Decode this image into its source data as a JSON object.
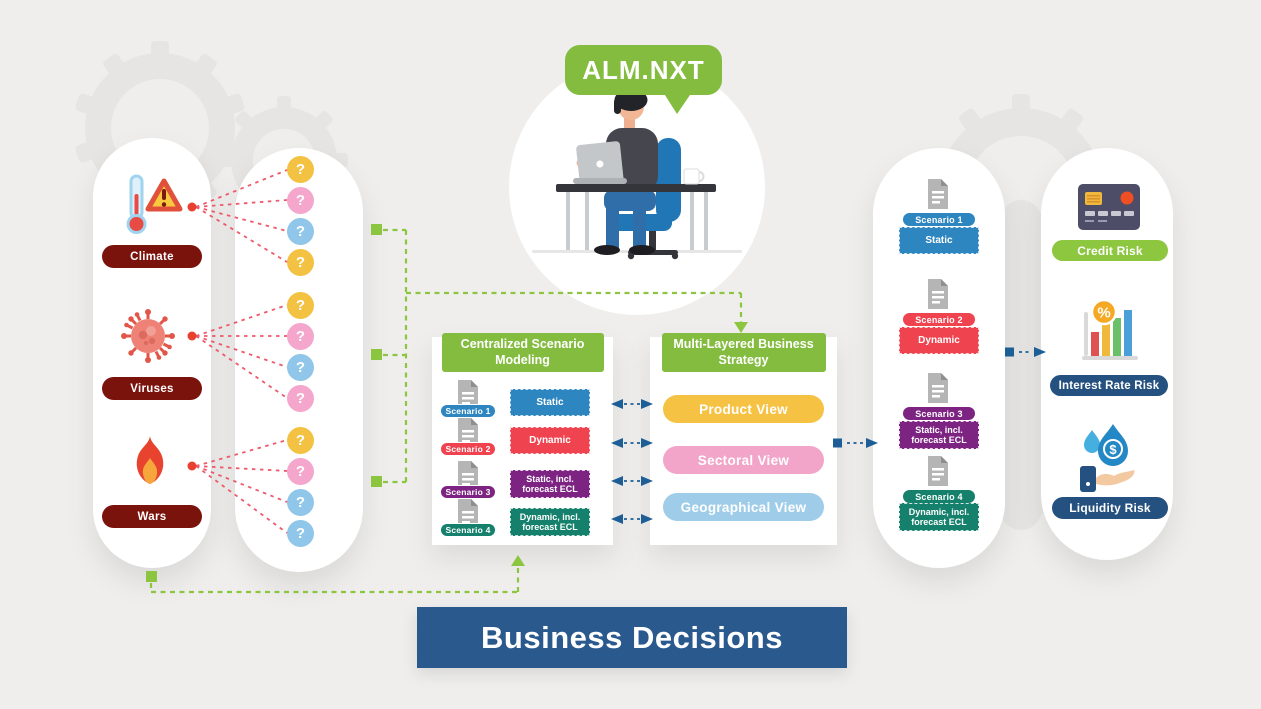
{
  "brand": {
    "label": "ALM.NXT"
  },
  "drivers": {
    "items": [
      {
        "label": "Climate",
        "icon": "thermometer-warning-icon",
        "alert_text": "!"
      },
      {
        "label": "Viruses",
        "icon": "virus-icon"
      },
      {
        "label": "Wars",
        "icon": "fire-icon"
      }
    ]
  },
  "uncertainty": {
    "symbol": "?",
    "groups": [
      [
        "yellow",
        "pink",
        "blue",
        "yellow"
      ],
      [
        "yellow",
        "pink",
        "blue",
        "pink"
      ],
      [
        "yellow",
        "pink",
        "blue",
        "blue"
      ]
    ]
  },
  "scenario_modeling": {
    "title": "Centralized Scenario Modeling",
    "rows": [
      {
        "scenario": "Scenario 1",
        "type": "Static",
        "color": "#2e86c1"
      },
      {
        "scenario": "Scenario 2",
        "type": "Dynamic",
        "color": "#ef4350"
      },
      {
        "scenario": "Scenario 3",
        "type": "Static, incl. forecast ECL",
        "color": "#7d2483"
      },
      {
        "scenario": "Scenario 4",
        "type": "Dynamic, incl. forecast ECL",
        "color": "#15816c"
      }
    ]
  },
  "business_strategy": {
    "title": "Multi-Layered Business Strategy",
    "views": [
      {
        "label": "Product View",
        "color": "#f6c244"
      },
      {
        "label": "Sectoral View",
        "color": "#f2a5c8"
      },
      {
        "label": "Geographical View",
        "color": "#9fcde9"
      }
    ]
  },
  "scenario_outputs": {
    "rows": [
      {
        "scenario": "Scenario 1",
        "type": "Static",
        "color": "#2e86c1"
      },
      {
        "scenario": "Scenario 2",
        "type": "Dynamic",
        "color": "#ef4350"
      },
      {
        "scenario": "Scenario 3",
        "type": "Static, incl. forecast ECL",
        "color": "#7d2483"
      },
      {
        "scenario": "Scenario 4",
        "type": "Dynamic, incl. forecast ECL",
        "color": "#15816c"
      }
    ]
  },
  "risks": {
    "items": [
      {
        "label": "Credit Risk",
        "badge_color": "#8dc63f",
        "icon": "credit-card-icon"
      },
      {
        "label": "Interest Rate Risk",
        "badge_color": "#24517f",
        "icon": "bar-chart-percent-icon",
        "icon_text": "%"
      },
      {
        "label": "Liquidity Risk",
        "badge_color": "#24517f",
        "icon": "money-drops-hand-icon",
        "icon_text": "$"
      }
    ]
  },
  "banner": {
    "label": "Business Decisions",
    "color": "#2a598d"
  },
  "theme": {
    "background": "#efeeec",
    "green": "#84bc40",
    "connector_green": "#8cc641",
    "connector_red": "#ee5a6a",
    "connector_blue": "#1d5e96",
    "navy": "#24517f",
    "dark_red": "#7b130d",
    "white": "#ffffff"
  }
}
